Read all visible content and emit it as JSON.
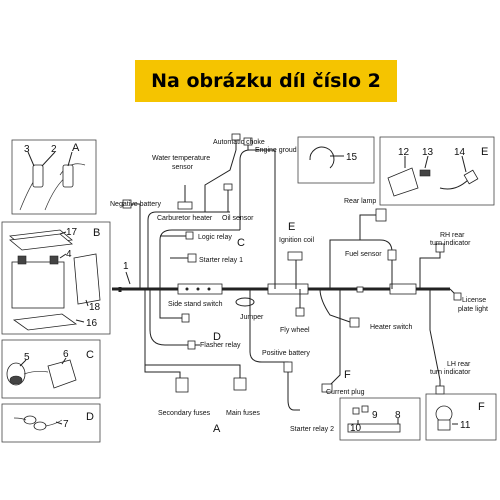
{
  "title": "Na obrázku díl číslo 2",
  "callouts": {
    "n1": "1",
    "n2": "2",
    "n3": "3",
    "n4": "4",
    "n5": "5",
    "n6": "6",
    "n7": "7",
    "n8": "8",
    "n9": "9",
    "n10": "10",
    "n11": "11",
    "n12": "12",
    "n13": "13",
    "n14": "14",
    "n15": "15",
    "n16": "16",
    "n17": "17",
    "n18": "18"
  },
  "section_letters": {
    "a_top": "A",
    "b_box": "B",
    "c_box": "C",
    "d_box": "D",
    "e_box": "E",
    "f_box": "F",
    "c_main": "C",
    "e_main": "E",
    "d_main": "D",
    "f_main": "F",
    "a_main": "A"
  },
  "labels": {
    "automatic_choke": "Automatic choke",
    "engine_ground": "Engine groud",
    "water_temp_1": "Water temperature",
    "water_temp_2": "sensor",
    "negative_battery": "Negative battery",
    "carburetor_heater": "Carburetor heater",
    "oil_sensor": "Oil sensor",
    "logic_relay": "Logic relay",
    "starter_relay_1": "Starter relay 1",
    "side_stand_switch": "Side stand switch",
    "jumper": "Jumper",
    "flasher_relay": "Flasher relay",
    "positive_battery": "Positive battery",
    "secondary_fuses": "Secondary fuses",
    "main_fuses": "Main fuses",
    "starter_relay_2": "Starter relay 2",
    "rear_lamp": "Rear lamp",
    "ignition_coil": "Ignition coil",
    "fuel_sensor": "Fuel sensor",
    "rh_rear_1": "RH rear",
    "rh_rear_2": "turn indicator",
    "license_1": "License",
    "license_2": "plate light",
    "heater_switch": "Heater switch",
    "fly_wheel": "Fly wheel",
    "lh_rear_1": "LH rear",
    "lh_rear_2": "turn indicator",
    "current_plug": "Current plug"
  }
}
